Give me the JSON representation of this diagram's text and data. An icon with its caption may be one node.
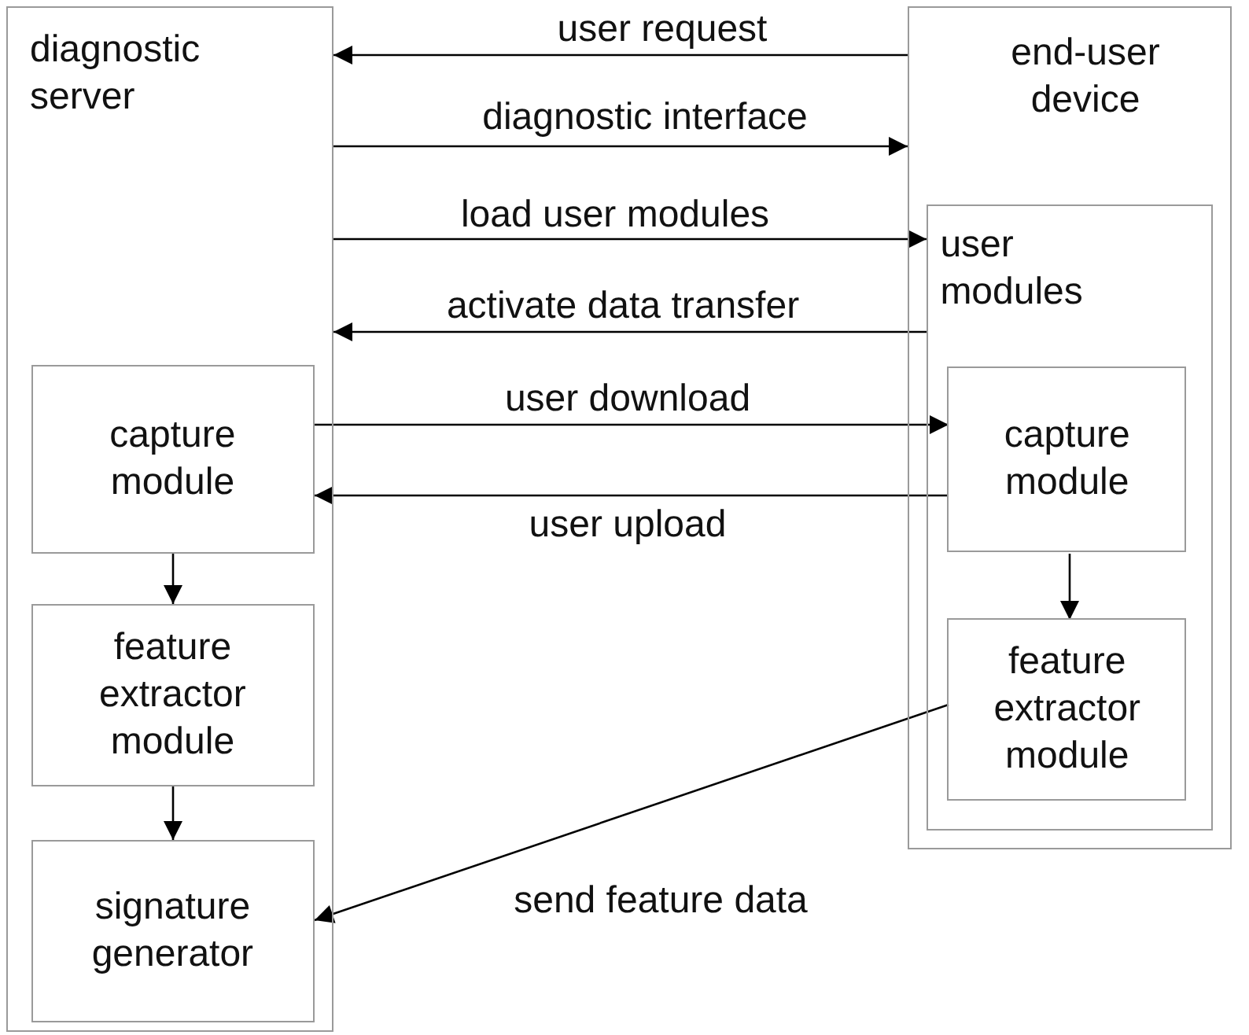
{
  "diagram": {
    "nodes": [
      {
        "text": [
          "diagnostic server"
        ]
      },
      {
        "text": [
          "capture module"
        ],
        "in": 0
      },
      {
        "text": [
          "feature extractor module"
        ],
        "in": 0
      },
      {
        "text": [
          "signature generator"
        ],
        "in": 0
      },
      {
        "text": [
          "end-user device"
        ]
      },
      {
        "text": [
          "user modules"
        ],
        "in": 4
      },
      {
        "text": [
          "capture module"
        ],
        "in": 5
      },
      {
        "text": [
          "feature extractor module"
        ],
        "in": 5
      }
    ],
    "edges": [
      {
        "from": 4,
        "to": 0,
        "arrow": "to",
        "label": "user request"
      },
      {
        "from": 0,
        "to": 4,
        "arrow": "to",
        "label": "diagnostic interface"
      },
      {
        "from": 0,
        "to": 5,
        "arrow": "to",
        "label": "load user modules"
      },
      {
        "from": 5,
        "to": 0,
        "arrow": "to",
        "label": "activate data transfer"
      },
      {
        "from": 1,
        "to": 6,
        "arrow": "to",
        "label": "user download"
      },
      {
        "from": 6,
        "to": 1,
        "arrow": "to",
        "label": "user upload"
      },
      {
        "from": 6,
        "to": 7,
        "arrow": "to"
      },
      {
        "from": 1,
        "to": 2,
        "arrow": "to"
      },
      {
        "from": 2,
        "to": 3,
        "arrow": "to"
      },
      {
        "from": 7,
        "to": 3,
        "arrow": "to",
        "label": "send feature data"
      }
    ]
  }
}
